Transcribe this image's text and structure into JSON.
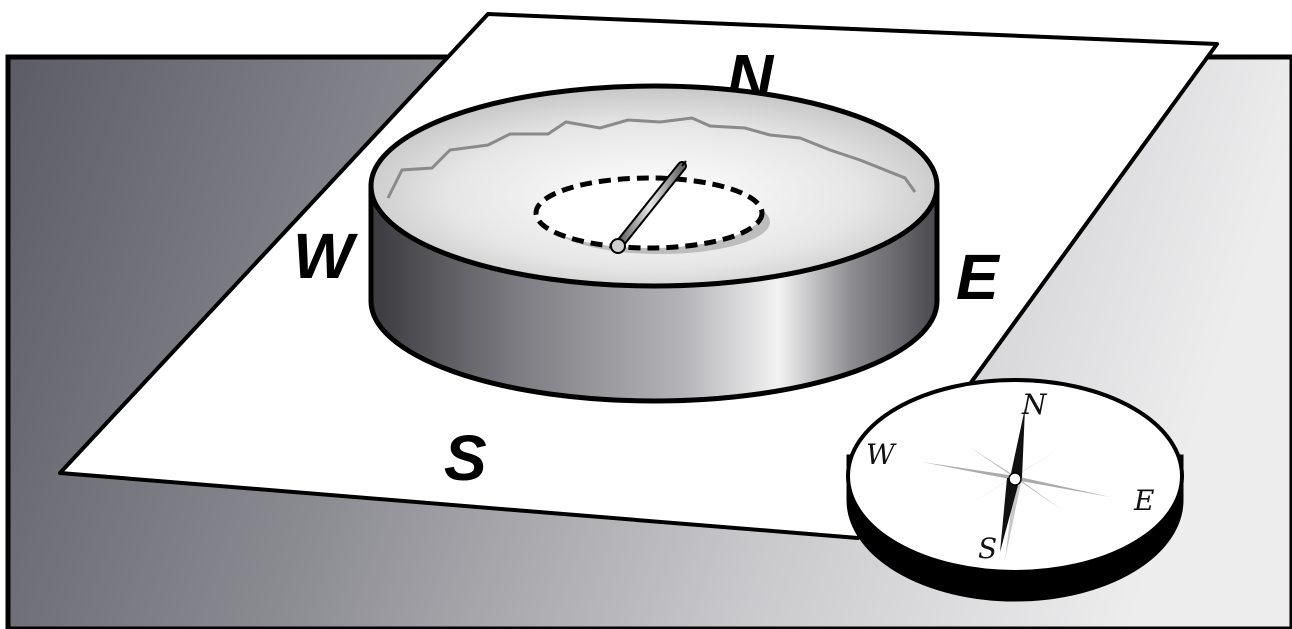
{
  "sheet_labels": {
    "north": "N",
    "south": "S",
    "east": "E",
    "west": "W"
  },
  "compass_labels": {
    "north": "N",
    "south": "S",
    "east": "E",
    "west": "W"
  },
  "colors": {
    "background_dark": "#5f5f68",
    "background_light": "#e8e8ea",
    "paper": "#ffffff",
    "outline": "#000000"
  }
}
